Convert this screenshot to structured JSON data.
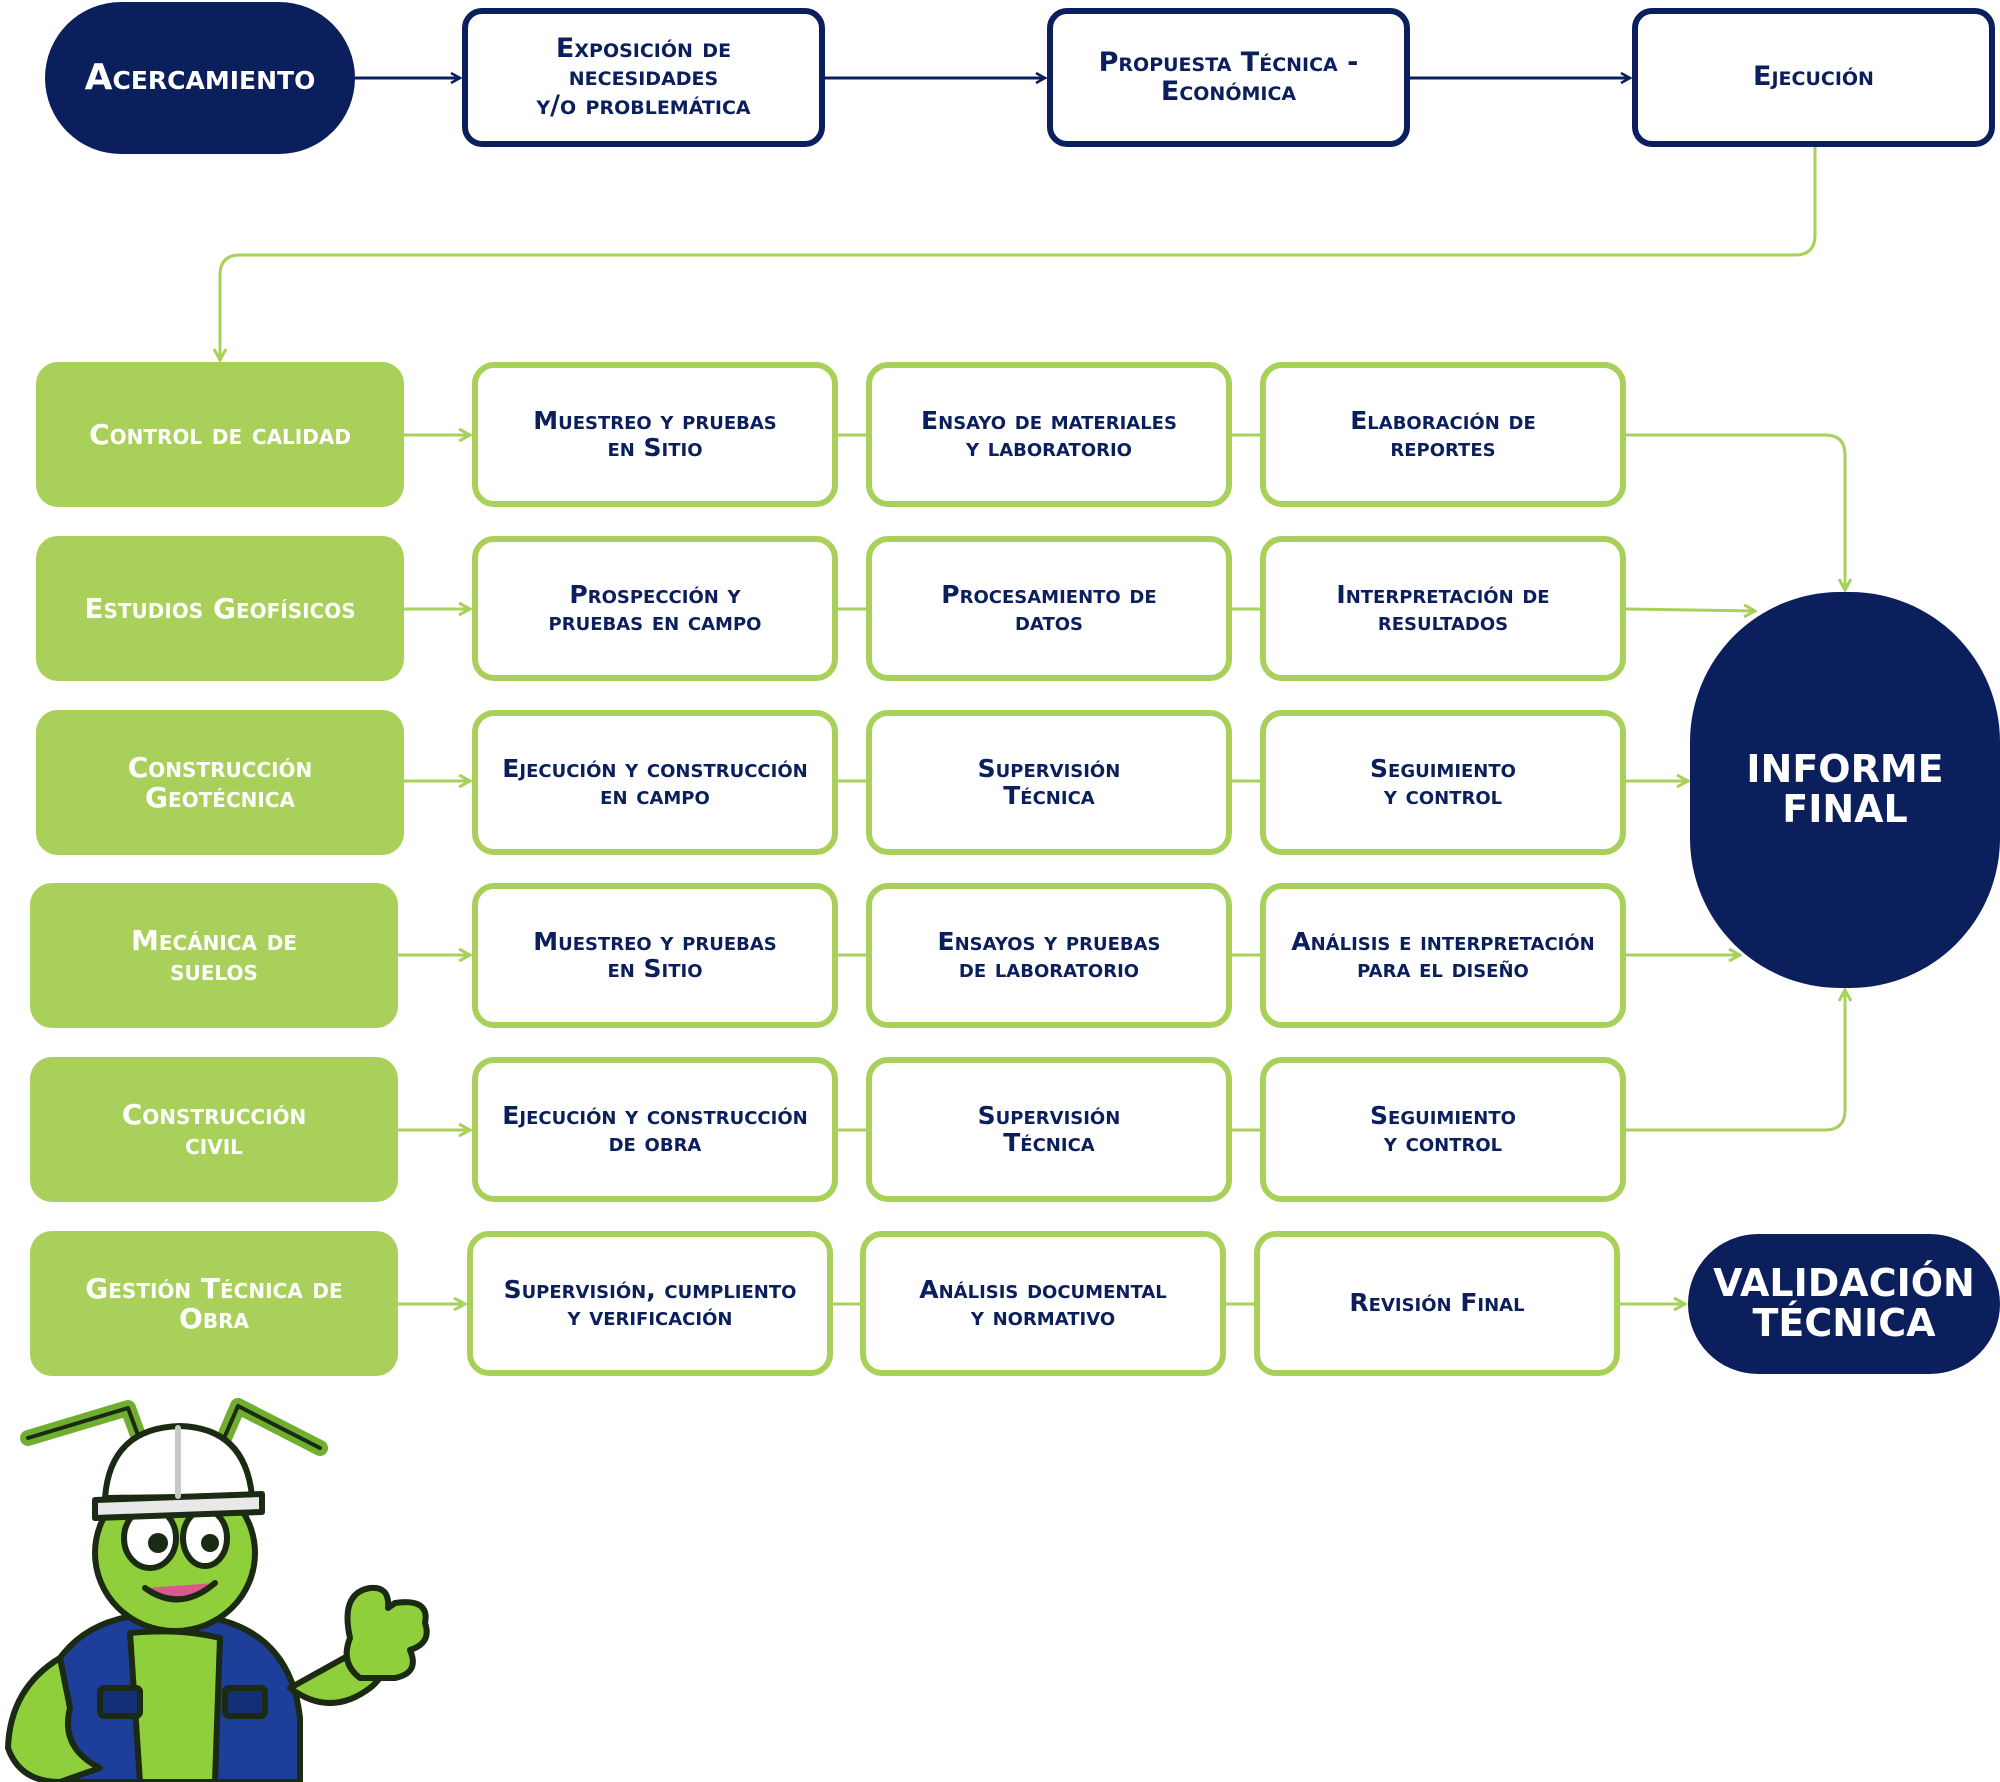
{
  "top_flow": {
    "start": "Acercamiento",
    "steps": [
      "Exposición de\nnecesidades\ny/o problemática",
      "Propuesta Técnica -\nEconómica",
      "Ejecución"
    ]
  },
  "rows": [
    {
      "category": "Control de calidad",
      "steps": [
        "Muestreo y pruebas\nen Sitio",
        "Ensayo de materiales\ny laboratorio",
        "Elaboración de\nreportes"
      ]
    },
    {
      "category": "Estudios Geofísicos",
      "steps": [
        "Prospección y\npruebas en campo",
        "Procesamiento de\ndatos",
        "Interpretación de\nresultados"
      ]
    },
    {
      "category": "Construcción\nGeotécnica",
      "steps": [
        "Ejecución y construcción\nen campo",
        "Supervisión\nTécnica",
        "Seguimiento\ny control"
      ]
    },
    {
      "category": "Mecánica de\nsuelos",
      "steps": [
        "Muestreo y pruebas\nen Sitio",
        "Ensayos y pruebas\nde laboratorio",
        "Análisis e interpretación\npara el diseño"
      ]
    },
    {
      "category": "Construcción\ncivil",
      "steps": [
        "Ejecución y construcción\nde obra",
        "Supervisión\nTécnica",
        "Seguimiento\ny control"
      ]
    },
    {
      "category": "Gestión Técnica de\nObra",
      "steps": [
        "Supervisión, cumpliento\ny verificación",
        "Análisis  documental\ny normativo",
        "Revisión Final"
      ]
    }
  ],
  "outputs": {
    "final_report": "INFORME\nFINAL",
    "validation": "VALIDACIÓN\nTÉCNICA"
  },
  "colors": {
    "navy": "#0b1f5c",
    "green": "#a8d05a"
  },
  "mascot": {
    "icon": "ant-engineer-mascot"
  }
}
